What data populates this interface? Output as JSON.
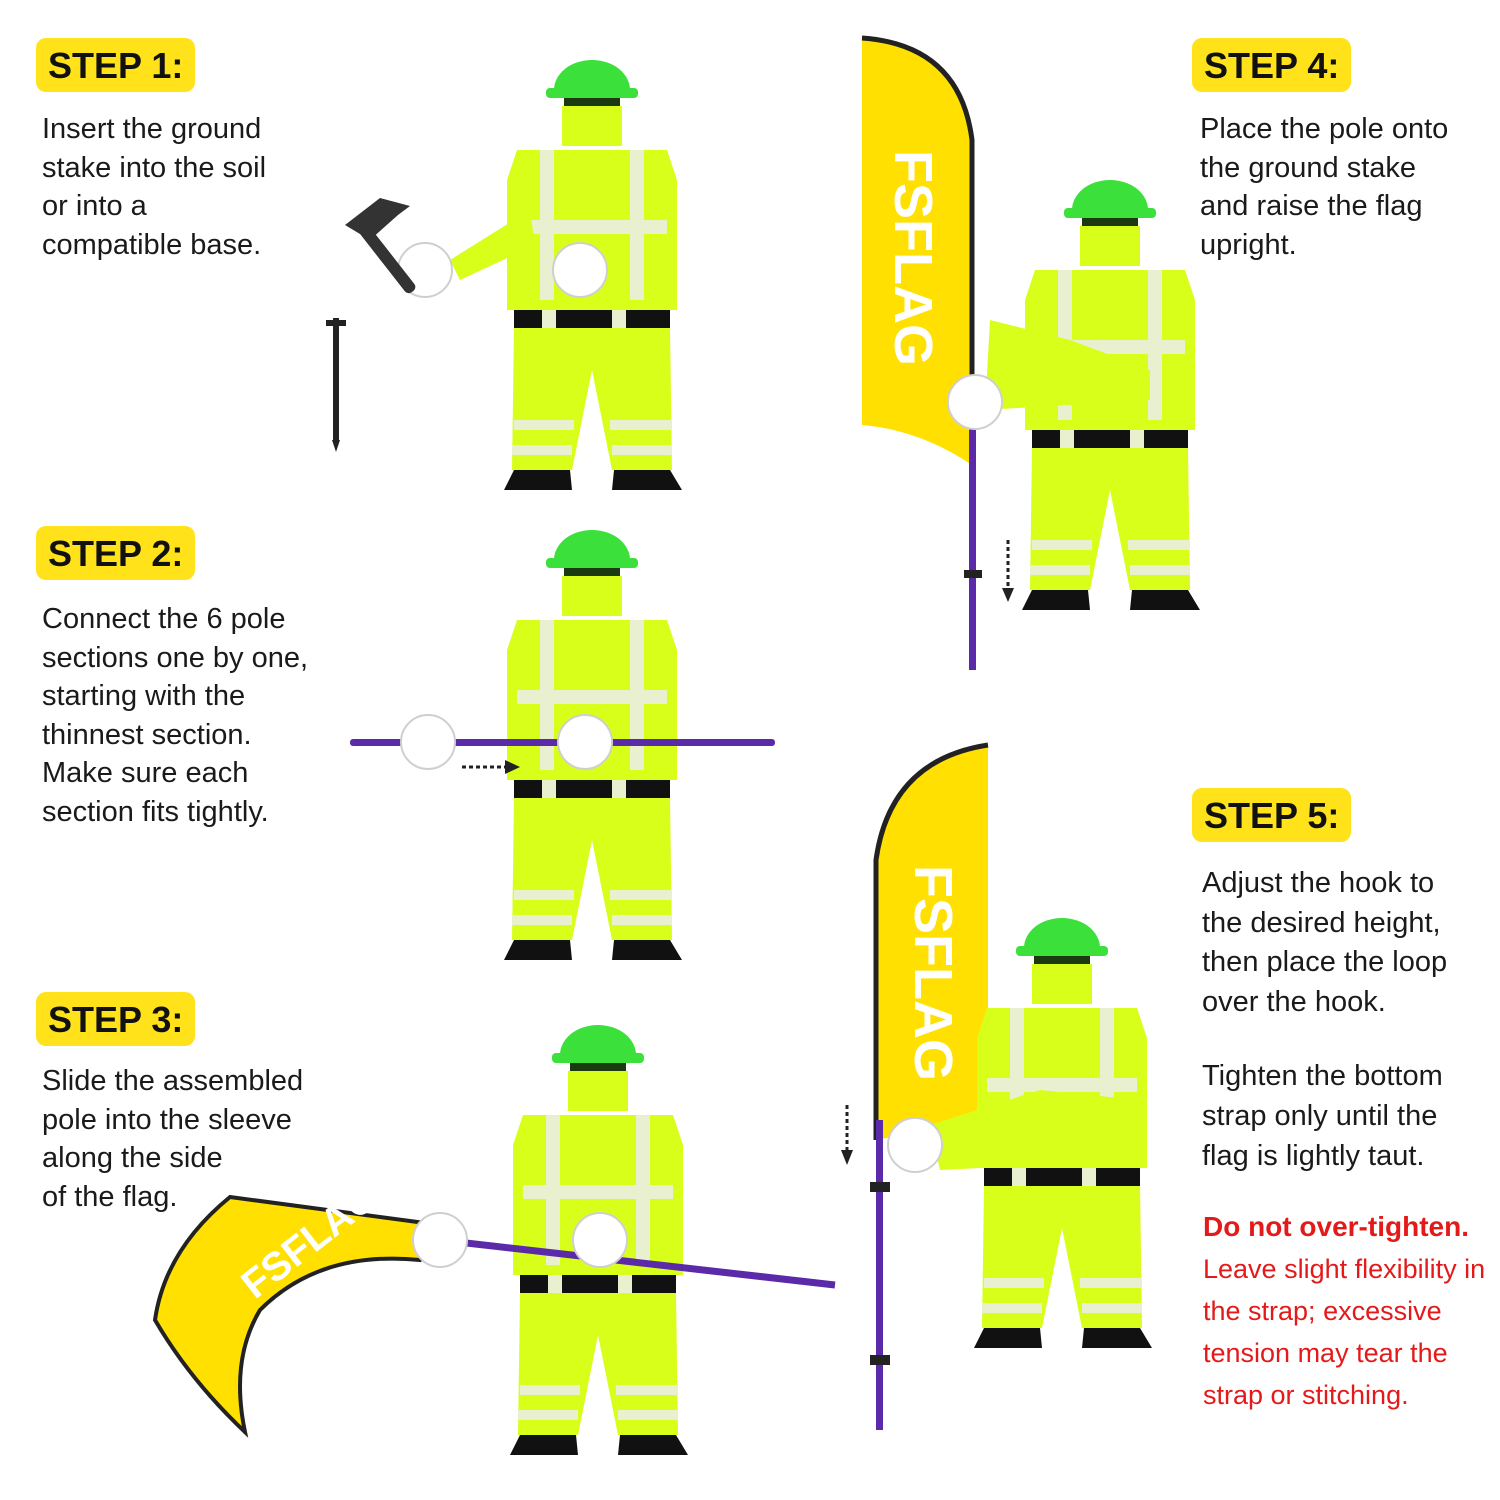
{
  "colors": {
    "hivis": "#d7ff1a",
    "stripe": "#e9f0cf",
    "helmet": "#3ce03a",
    "flag": "#ffe000",
    "pole": "#5a2aa8",
    "badge": "#ffe21a",
    "warning": "#e41a1a"
  },
  "icons": [
    "hammer-icon",
    "ground-stake-icon",
    "arrow-right-icon",
    "arrow-down-icon"
  ],
  "flag_brand": "FSFLAG",
  "steps": [
    {
      "label": "STEP 1:",
      "lines": [
        "Insert the ground",
        "stake into the soil",
        "or into a",
        "compatible base."
      ]
    },
    {
      "label": "STEP 2:",
      "lines": [
        "Connect the 6 pole",
        "sections one by one,",
        "starting with the",
        "thinnest section.",
        "Make sure each",
        "section fits tightly."
      ]
    },
    {
      "label": "STEP 3:",
      "lines": [
        "Slide the assembled",
        "pole into the sleeve",
        "along the side",
        "of the flag."
      ]
    },
    {
      "label": "STEP 4:",
      "lines": [
        "Place the pole onto",
        "the ground stake",
        "and raise the flag",
        "upright."
      ]
    },
    {
      "label": "STEP 5:",
      "lines": [
        "Adjust the hook to",
        "the desired height,",
        "then place the loop",
        "over the hook."
      ],
      "lines2": [
        "Tighten the bottom",
        "strap only until the",
        "flag is lightly taut."
      ],
      "warning_title": "Do not over-tighten.",
      "warning_lines": [
        "Leave slight flexibility in",
        "the strap; excessive",
        "tension may tear the",
        "strap or stitching."
      ]
    }
  ]
}
